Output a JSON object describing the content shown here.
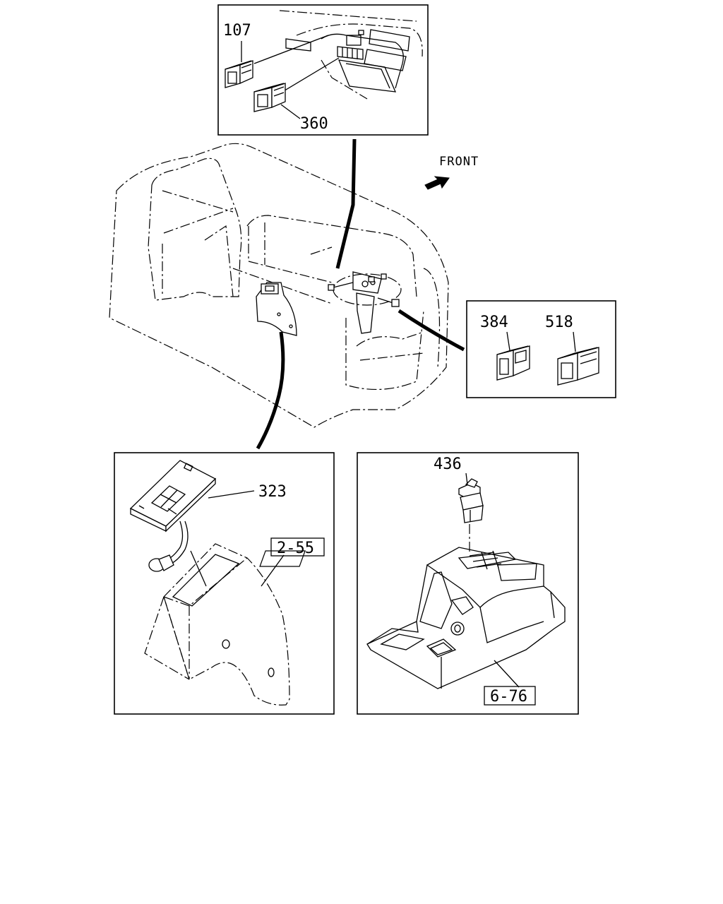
{
  "labels": {
    "p107": "107",
    "p360": "360",
    "p384": "384",
    "p518": "518",
    "p323": "323",
    "p436": "436"
  },
  "refs": {
    "r255": "2-55",
    "r676": "6-76"
  },
  "direction": {
    "text": "FRONT",
    "icon": "arrow-icon"
  }
}
